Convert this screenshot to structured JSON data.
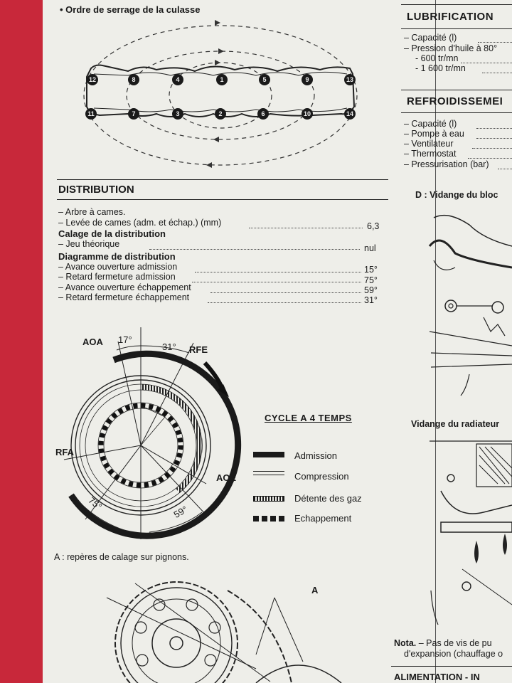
{
  "torque_title": "• Ordre de serrage de la culasse",
  "bolts_top": [
    "12",
    "8",
    "4",
    "1",
    "5",
    "9",
    "13"
  ],
  "bolts_bottom": [
    "11",
    "7",
    "3",
    "2",
    "6",
    "10",
    "14"
  ],
  "distribution": {
    "title": "DISTRIBUTION",
    "rows": [
      {
        "label": "– Arbre à cames.",
        "value": ""
      },
      {
        "label": "– Levée de cames (adm. et échap.) (mm)",
        "value": "6,3"
      },
      {
        "label": "Calage de la distribution",
        "value": "",
        "bold": true
      },
      {
        "label": "– Jeu théorique",
        "value": "nul"
      },
      {
        "label": "Diagramme de distribution",
        "value": "",
        "bold": true
      },
      {
        "label": "– Avance ouverture admission",
        "value": "15°"
      },
      {
        "label": "– Retard fermeture admission",
        "value": "75°"
      },
      {
        "label": "– Avance ouverture échappement",
        "value": "59°"
      },
      {
        "label": "– Retard fermeture échappement",
        "value": "31°"
      }
    ]
  },
  "diagram": {
    "aoa": "AOA",
    "rfe": "RFE",
    "rfa": "RFA",
    "aoe": "AOE",
    "angle_top_left": "17°",
    "angle_top_right": "31°",
    "angle_bottom_left": "75°",
    "angle_bottom_right": "59°"
  },
  "legend": {
    "title": "CYCLE A 4 TEMPS",
    "items": [
      "Admission",
      "Compression",
      "Détente des gaz",
      "Echappement"
    ]
  },
  "caption_a": "A : repères de calage sur pignons.",
  "label_a": "A",
  "lubrification": {
    "title": "LUBRIFICATION",
    "rows": [
      "– Capacité (l)",
      "– Pression d'huile à 80°",
      "- 600 tr/mn",
      "- 1 600 tr/mn"
    ]
  },
  "refroidissement": {
    "title": "REFROIDISSEMEI",
    "rows": [
      "– Capacité (l)",
      "– Pompe à eau",
      "– Ventilateur",
      "– Thermostat",
      "– Pressurisation (bar)"
    ]
  },
  "vidange_bloc": "D : Vidange du bloc",
  "vidange_radiateur": "Vidange du radiateur",
  "nota_label": "Nota.",
  "nota_text": "– Pas de vis de pu",
  "nota_text2": "d'expansion (chauffage o",
  "alimentation": "ALIMENTATION - IN"
}
